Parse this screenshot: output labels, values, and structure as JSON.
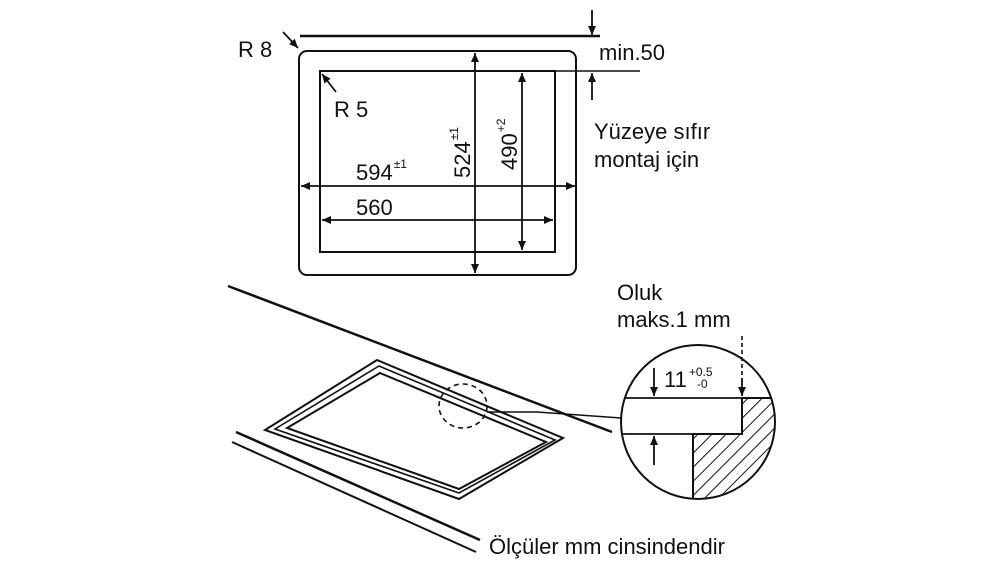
{
  "labels": {
    "r8": "R 8",
    "r5": "R 5",
    "min50": "min.50",
    "dim_width_outer": "594",
    "dim_width_outer_tol": "±1",
    "dim_width_inner": "560",
    "dim_height_outer": "524",
    "dim_height_outer_tol": "±1",
    "dim_height_inner": "490",
    "dim_height_inner_tol": "+2",
    "flush_line1": "Yüzeye sıfır",
    "flush_line2": "montaj için",
    "groove_line1": "Oluk",
    "groove_line2": "maks.1 mm",
    "depth_value": "11",
    "depth_tol_plus": "+0.5",
    "depth_tol_minus": "-0",
    "units_note": "Ölçüler mm cinsindendir"
  },
  "colors": {
    "line": "#111111",
    "background": "#ffffff"
  },
  "icons": {
    "arrow": "dimension-arrow",
    "hatch": "section-hatch"
  }
}
